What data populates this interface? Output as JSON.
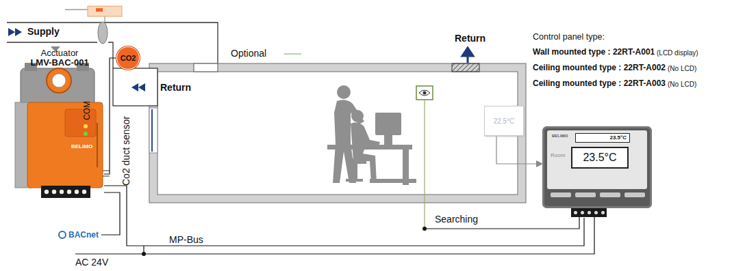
{
  "diagram": {
    "nodes": [
      {
        "text": [
          "Acctuator",
          "LMV-BAC-001"
        ]
      },
      {
        "text": [
          "CO2"
        ]
      },
      {
        "text": [
          "22.5°C"
        ]
      },
      {
        "text": [
          "BELIMO",
          "23.5°C",
          "Room",
          "23.5°C"
        ]
      },
      {
        "text": [
          "BACnet"
        ]
      }
    ],
    "edges": [
      {
        "from": 0,
        "to": 3,
        "label": "MP-Bus",
        "arrow": "none"
      },
      {
        "from": 2,
        "to": 3,
        "arrow": "to"
      },
      {
        "from": 1,
        "to": 0,
        "arrow": "none"
      },
      {
        "from": 4,
        "to": 0,
        "arrow": "none"
      }
    ],
    "labels": [
      "Supply",
      "Return",
      "Co2 duct sensor",
      "COM",
      "Optional",
      "Return",
      "Control panel type:",
      "Wall mounted type : 22RT-A001",
      "(LCD display)",
      "Ceiling mounted type : 22RT-A002",
      "(No LCD)",
      "Ceiling mounted type : 22RT-A003",
      "(No LCD)",
      "BELIMO",
      "Searching",
      "AC 24V"
    ]
  }
}
